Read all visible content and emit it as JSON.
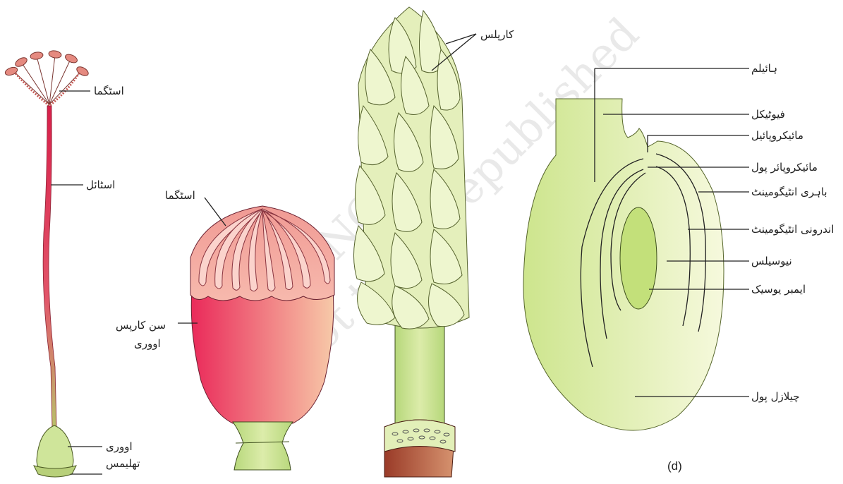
{
  "watermark": {
    "line1": "© NCERT",
    "line2": "not to be republished"
  },
  "diagram_a": {
    "stigma": "اسٹگما",
    "style": "اسٹائل",
    "ovary": "اووری",
    "thalamus": "تھلیمس"
  },
  "diagram_b": {
    "stigma": "اسٹگما",
    "syncarpous_line1": "سن کارپس",
    "syncarpous_line2": "اووری"
  },
  "diagram_c": {
    "carpels": "کارپلس"
  },
  "diagram_d": {
    "hilum": "ہائیلم",
    "funicle": "فیوٹیکل",
    "micropyle": "مائیکروپائیل",
    "micropylar_pole": "مائیکروپائر پول",
    "outer_integument": "باہری انٹیگومینٹ",
    "inner_integument": "اندرونی انٹیگومینٹ",
    "nucellus": "نیوسیلس",
    "embryo_sac": "ایمبر یوسیک",
    "chalazal_pole": "چیلازل پول",
    "sublabel": "(d)"
  },
  "colors": {
    "stigma_pink": "#e58a80",
    "style_red": "#d81f4a",
    "ovary_green": "#cfe59a",
    "carpel_cream": "#eef6cf",
    "ovule_green": "#e4f1b4"
  }
}
